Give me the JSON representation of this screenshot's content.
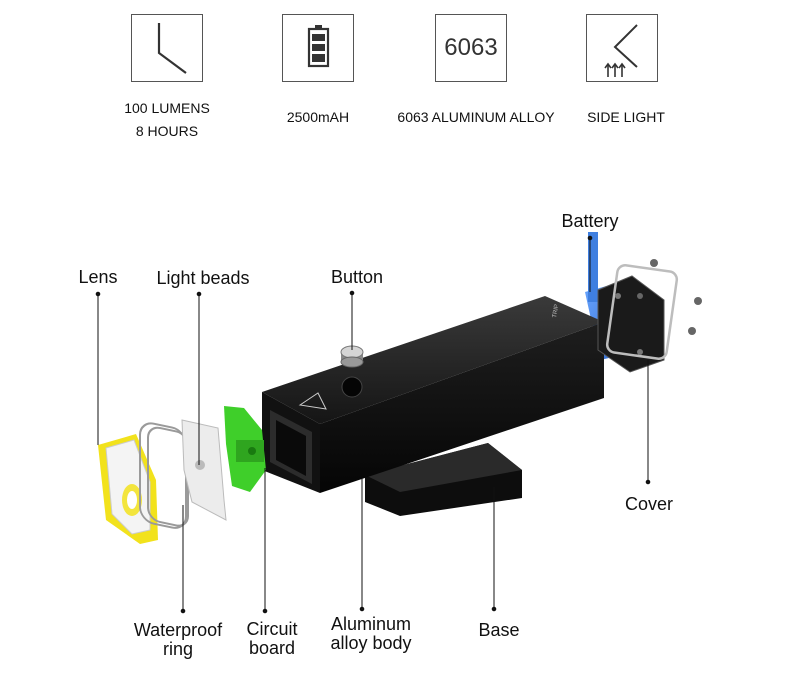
{
  "features": [
    {
      "icon": "beam-angle-icon",
      "line1": "100 LUMENS",
      "line2": "8 HOURS"
    },
    {
      "icon": "battery-icon",
      "line1": "2500mAH"
    },
    {
      "icon": "alloy-6063-icon",
      "icon_text": "6063",
      "line1": "6063 ALUMINUM ALLOY"
    },
    {
      "icon": "side-light-icon",
      "line1": "SIDE LIGHT"
    }
  ],
  "parts": {
    "lens": "Lens",
    "light_beads": "Light beads",
    "button": "Button",
    "battery": "Battery",
    "cover": "Cover",
    "waterproof_ring_1": "Waterproof",
    "waterproof_ring_2": "ring",
    "circuit_board_1": "Circuit",
    "circuit_board_2": "board",
    "aluminum_body_1": "Aluminum",
    "aluminum_body_2": "alloy body",
    "base": "Base"
  },
  "colors": {
    "body": "#141414",
    "battery": "#3f7fe0",
    "lens_yellow": "#f2e21c",
    "circuit": "#3fcf2a",
    "icon": "#333333"
  }
}
